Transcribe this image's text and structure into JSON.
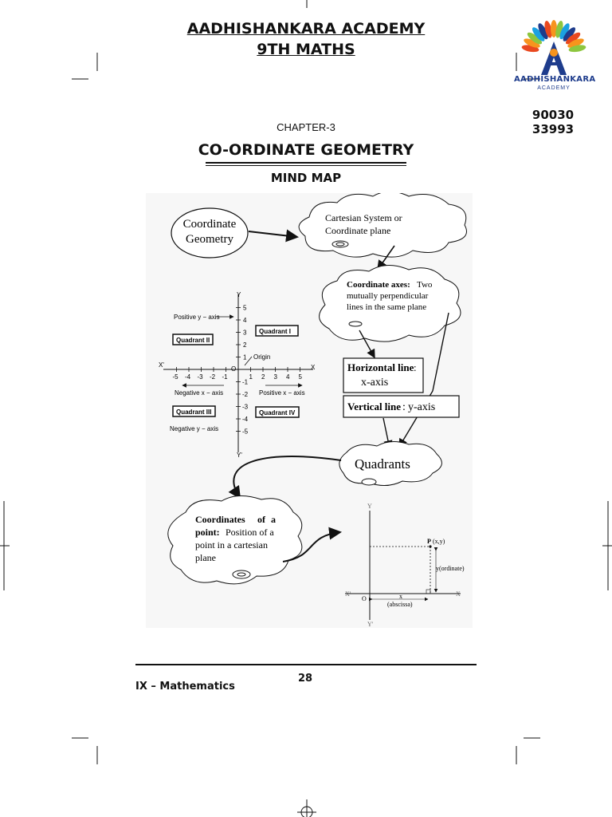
{
  "header": {
    "academy": "AADHISHANKARA ACADEMY",
    "class_title": "9TH MATHS",
    "chapter": "CHAPTER-3",
    "chapter_title": "CO-ORDINATE GEOMETRY",
    "section": "MIND MAP"
  },
  "logo": {
    "name": "AADHISHANKARA",
    "sub": "ACADEMY",
    "phone": "90030 33993",
    "colors": [
      "#e9481f",
      "#f7941d",
      "#8dc63f",
      "#1ba1e2",
      "#1e3c8c"
    ]
  },
  "mindmap": {
    "start_bubble": [
      "Coordinate",
      "Geometry"
    ],
    "cartesian_cloud": [
      "Cartesian System or",
      "Coordinate plane"
    ],
    "axes_cloud": {
      "title": "Coordinate axes:",
      "lines": [
        "Two",
        "mutually perpendicular",
        "lines in the same plane"
      ]
    },
    "horizontal_box": {
      "title": "Horizontal line",
      "value": "x-axis"
    },
    "vertical_box": {
      "title": "Vertical line",
      "value": "y-axis"
    },
    "quadrants_cloud": "Quadrants",
    "point_cloud": {
      "title": "Coordinates of a point:",
      "lines": [
        "Position of a",
        "point in a cartesian",
        "plane"
      ]
    }
  },
  "quadrant_diagram": {
    "quadrants": [
      "Quadrant I",
      "Quadrant II",
      "Quadrant III",
      "Quadrant IV"
    ],
    "labels": {
      "positive_y": "Positive y − axis",
      "negative_y": "Negative y − axis",
      "positive_x": "Positive x − axis",
      "negative_x": "Negative x − axis",
      "origin": "Origin",
      "o": "O",
      "x": "X",
      "x_prime": "X'",
      "y": "Y",
      "y_prime": "Y'"
    },
    "x_ticks_pos": [
      "1",
      "2",
      "3",
      "4",
      "5"
    ],
    "x_ticks_neg": [
      "-5",
      "-4",
      "-3",
      "-2",
      "-1"
    ],
    "y_ticks_pos": [
      "1",
      "2",
      "3",
      "4",
      "5"
    ],
    "y_ticks_neg": [
      "-1",
      "-2",
      "-3",
      "-4",
      "-5"
    ]
  },
  "point_diagram": {
    "point": "P",
    "point_coords": "(x,y)",
    "ordinate": "y(ordinate)",
    "x_label": "x",
    "abscissa": "(abscissa)",
    "o": "O",
    "x": "X",
    "x_prime": "X'",
    "y": "Y",
    "y_prime": "Y'"
  },
  "footer": {
    "page_number": "28",
    "subject": "IX – Mathematics"
  }
}
